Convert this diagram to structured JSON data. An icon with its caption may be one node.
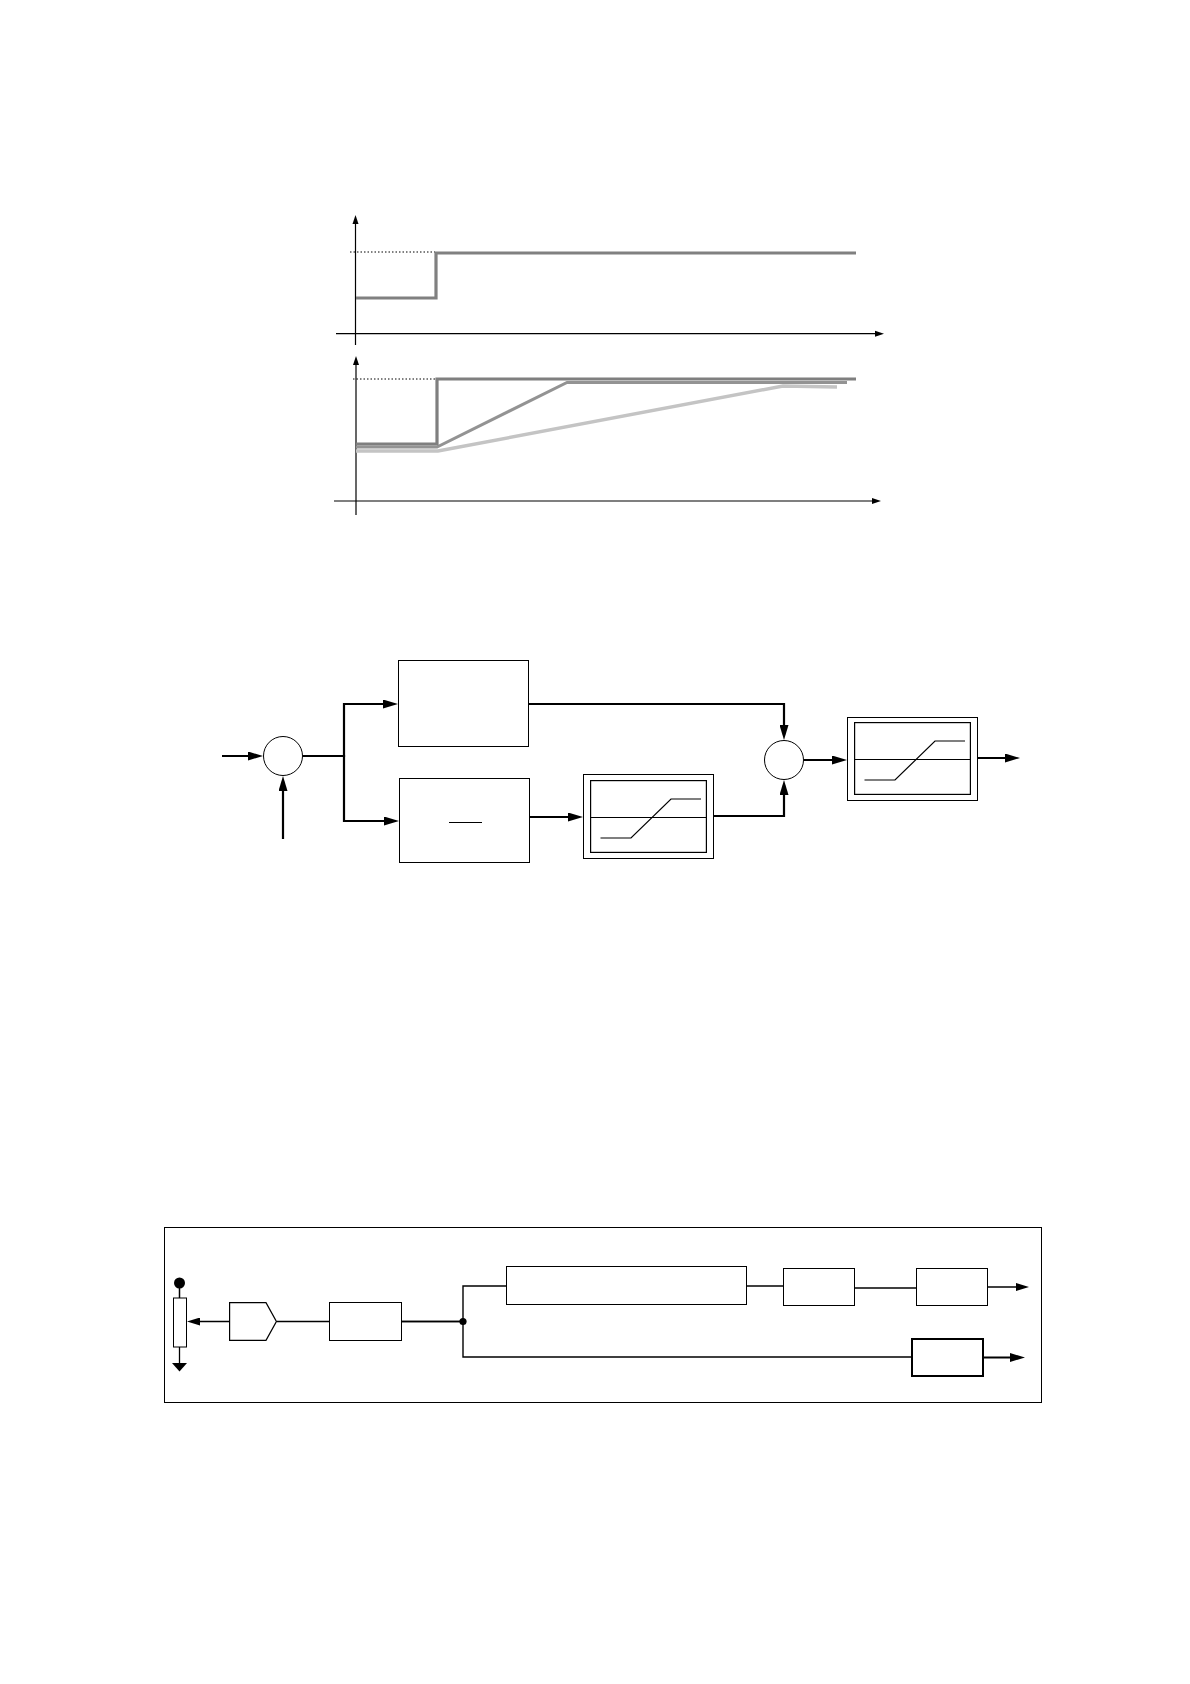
{
  "diagram": {
    "nodes": [
      {
        "text": [],
        "shape": "circle"
      },
      {
        "text": [],
        "shape": "box"
      },
      {
        "text": [],
        "shape": "box"
      },
      {
        "text": [],
        "shape": "box"
      },
      {
        "text": [],
        "shape": "circle"
      },
      {
        "text": [],
        "shape": "box"
      },
      {
        "text": [],
        "shape": "box"
      },
      {
        "text": [],
        "shape": "picture",
        "in": 6
      },
      {
        "text": [],
        "shape": "pentagon",
        "in": 6
      },
      {
        "text": [],
        "shape": "box",
        "in": 6
      },
      {
        "text": [],
        "shape": "box",
        "in": 6
      },
      {
        "text": [],
        "shape": "box",
        "in": 6
      },
      {
        "text": [],
        "shape": "box",
        "in": 6
      },
      {
        "text": [],
        "shape": "box",
        "in": 6
      }
    ],
    "edges": [
      {
        "from": null,
        "to": 0,
        "arrow": "to"
      },
      {
        "from": null,
        "to": 0,
        "arrow": "to"
      },
      {
        "from": 0,
        "to": 1,
        "arrow": "to"
      },
      {
        "from": 0,
        "to": 2,
        "arrow": "to"
      },
      {
        "from": 1,
        "to": 4,
        "arrow": "to"
      },
      {
        "from": 2,
        "to": 3,
        "arrow": "to"
      },
      {
        "from": 3,
        "to": 4,
        "arrow": "to"
      },
      {
        "from": 4,
        "to": 5,
        "arrow": "to"
      },
      {
        "from": 5,
        "to": null,
        "arrow": "to"
      },
      {
        "from": 8,
        "to": 7,
        "arrow": "to"
      },
      {
        "from": 8,
        "to": 9,
        "arrow": "none"
      },
      {
        "from": 9,
        "to": 10,
        "arrow": "none"
      },
      {
        "from": 9,
        "to": 13,
        "arrow": "none"
      },
      {
        "from": 10,
        "to": 11,
        "arrow": "none"
      },
      {
        "from": 11,
        "to": 12,
        "arrow": "none"
      },
      {
        "from": 12,
        "to": null,
        "arrow": "to"
      },
      {
        "from": 13,
        "to": null,
        "arrow": "to"
      }
    ]
  }
}
